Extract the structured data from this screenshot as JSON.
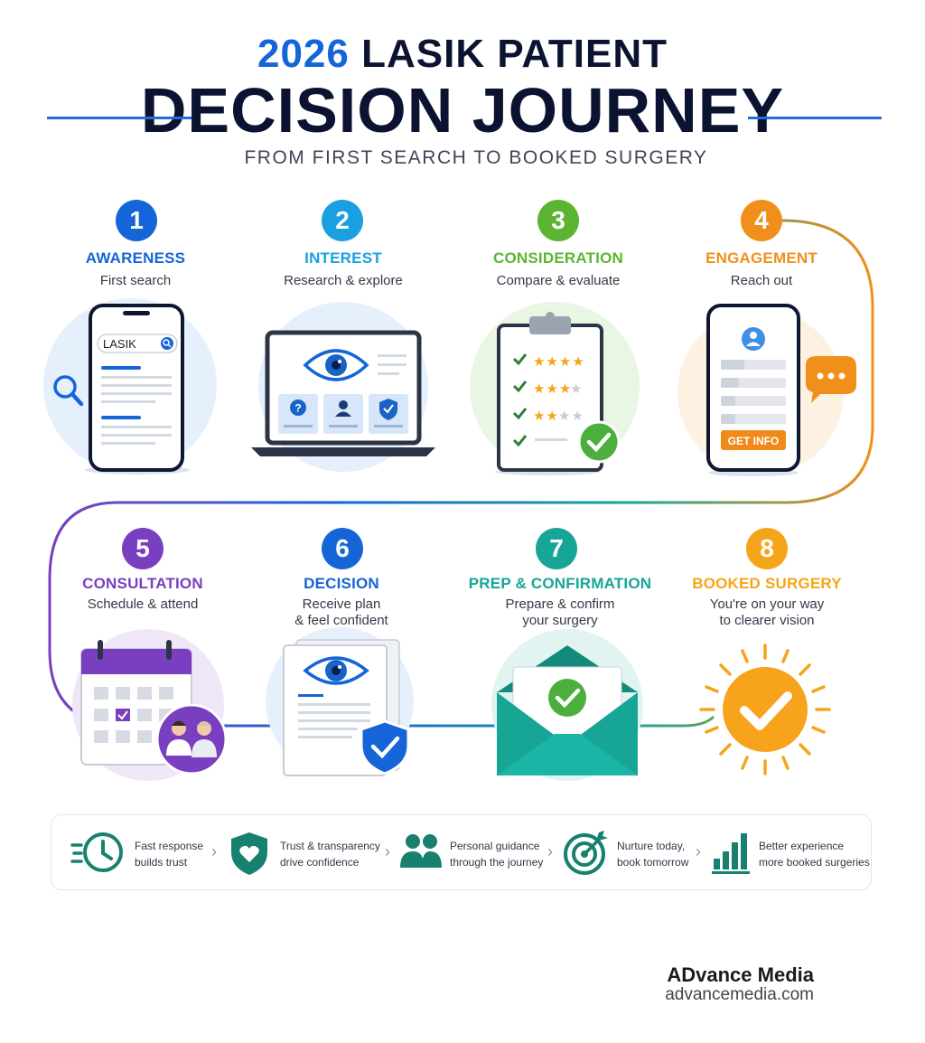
{
  "header": {
    "year": "2026",
    "title_line1": "LASIK PATIENT",
    "title_line2": "DECISION JOURNEY",
    "subtitle": "FROM FIRST SEARCH TO BOOKED SURGERY"
  },
  "steps": [
    {
      "number": "1",
      "stage": "AWARENESS",
      "desc1": "First search",
      "desc2": "",
      "color": "#1565d8"
    },
    {
      "number": "2",
      "stage": "INTEREST",
      "desc1": "Research & explore",
      "desc2": "",
      "color": "#1aa0e0"
    },
    {
      "number": "3",
      "stage": "CONSIDERATION",
      "desc1": "Compare & evaluate",
      "desc2": "",
      "color": "#5cb531"
    },
    {
      "number": "4",
      "stage": "ENGAGEMENT",
      "desc1": "Reach out",
      "desc2": "",
      "color": "#f0901a"
    },
    {
      "number": "5",
      "stage": "CONSULTATION",
      "desc1": "Schedule & attend",
      "desc2": "",
      "color": "#7a3fc0"
    },
    {
      "number": "6",
      "stage": "DECISION",
      "desc1": "Receive plan",
      "desc2": "& feel confident",
      "color": "#1565d8"
    },
    {
      "number": "7",
      "stage": "PREP & CONFIRMATION",
      "desc1": "Prepare & confirm",
      "desc2": "your surgery",
      "color": "#17a596"
    },
    {
      "number": "8",
      "stage": "BOOKED SURGERY",
      "desc1": "You're on your way",
      "desc2": "to clearer vision",
      "color": "#f5a51a"
    }
  ],
  "illustrations": {
    "search_text": "LASIK",
    "get_info_button": "GET INFO"
  },
  "footer": [
    {
      "icon": "fast-clock-icon",
      "line1": "Fast response",
      "line2": "builds trust"
    },
    {
      "icon": "heart-shield-icon",
      "line1": "Trust & transparency",
      "line2": "drive confidence"
    },
    {
      "icon": "people-icon",
      "line1": "Personal guidance",
      "line2": "through the journey"
    },
    {
      "icon": "target-icon",
      "line1": "Nurture today,",
      "line2": "book tomorrow"
    },
    {
      "icon": "bar-chart-icon",
      "line1": "Better experience",
      "line2": "more booked surgeries"
    }
  ],
  "brand": {
    "name": "ADvance Media",
    "url": "advancemedia.com"
  }
}
